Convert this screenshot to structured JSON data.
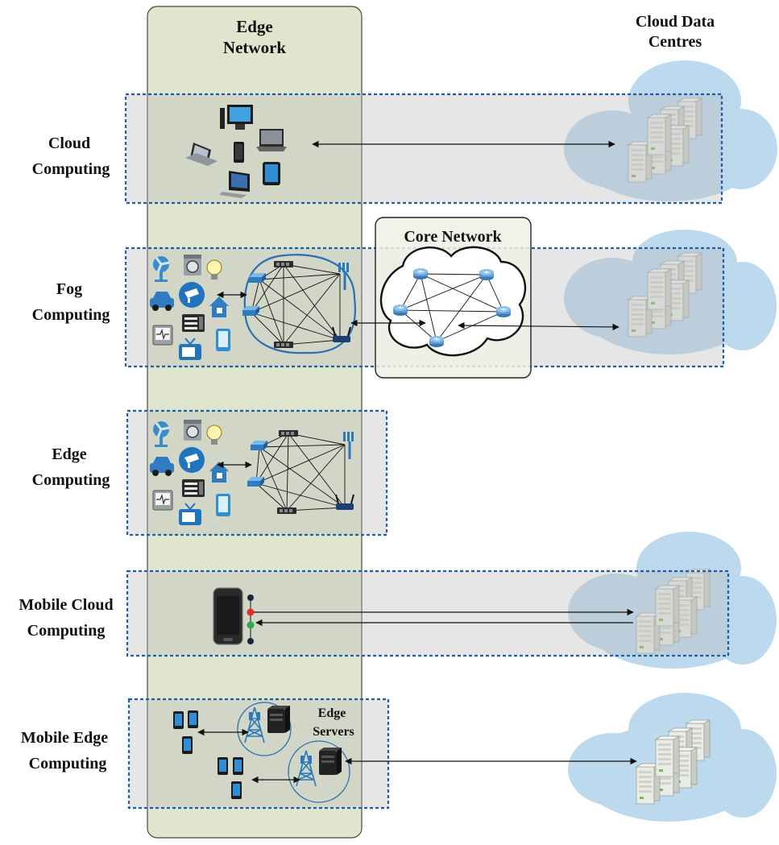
{
  "headers": {
    "edge_network": [
      "Edge",
      "Network"
    ],
    "cloud_data_centres": [
      "Cloud Data",
      "Centres"
    ]
  },
  "rows": [
    {
      "id": "cloud-computing",
      "label": [
        "Cloud",
        "Computing"
      ]
    },
    {
      "id": "fog-computing",
      "label": [
        "Fog",
        "Computing"
      ]
    },
    {
      "id": "edge-computing",
      "label": [
        "Edge",
        "Computing"
      ]
    },
    {
      "id": "mobile-cloud-computing",
      "label": [
        "Mobile Cloud",
        "Computing"
      ]
    },
    {
      "id": "mobile-edge-computing",
      "label": [
        "Mobile Edge",
        "Computing"
      ]
    }
  ],
  "core_network": {
    "title": "Core Network"
  },
  "edge_servers": {
    "label": [
      "Edge",
      "Servers"
    ]
  },
  "colors": {
    "edge_column_fill": "#dfe6cd",
    "edge_column_stroke": "#3f4a3a",
    "band_fill": "#e6e6e6",
    "band_border": "#1f5fa8",
    "cloud_fill": "#bcd9ee",
    "core_fill": "#eef0e4",
    "node_blue": "#2f7cc0",
    "arrow": "#111111"
  }
}
